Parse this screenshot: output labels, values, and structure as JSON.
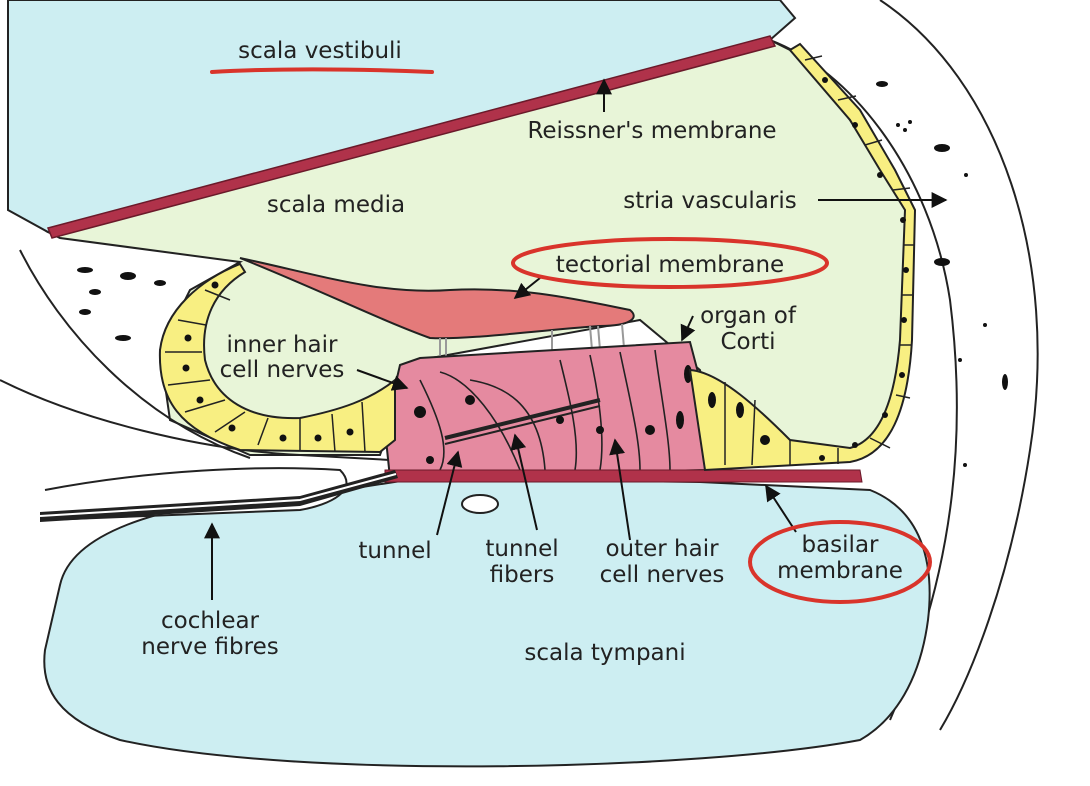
{
  "diagram": {
    "labels": {
      "scala_vestibuli": "scala vestibuli",
      "reissners_membrane": "Reissner's membrane",
      "scala_media": "scala media",
      "stria_vascularis": "stria vascularis",
      "tectorial_membrane": "tectorial membrane",
      "organ_of_corti_line1": "organ of",
      "organ_of_corti_line2": "Corti",
      "inner_hair_line1": "inner hair",
      "inner_hair_line2": "cell nerves",
      "tunnel": "tunnel",
      "tunnel_fibers_line1": "tunnel",
      "tunnel_fibers_line2": "fibers",
      "outer_hair_line1": "outer hair",
      "outer_hair_line2": "cell nerves",
      "basilar_line1": "basilar",
      "basilar_line2": "membrane",
      "cochlear_line1": "cochlear",
      "cochlear_line2": "nerve fibres",
      "scala_tympani": "scala tympani"
    },
    "colors": {
      "scala_fluid": "#cdeef2",
      "scala_media_fluid": "#e8f5d8",
      "membrane": "#b0324a",
      "tectorial": "#e47a7a",
      "organ": "#e58aa0",
      "cells": "#f8ef82",
      "annotation_red": "#d9342b"
    }
  }
}
